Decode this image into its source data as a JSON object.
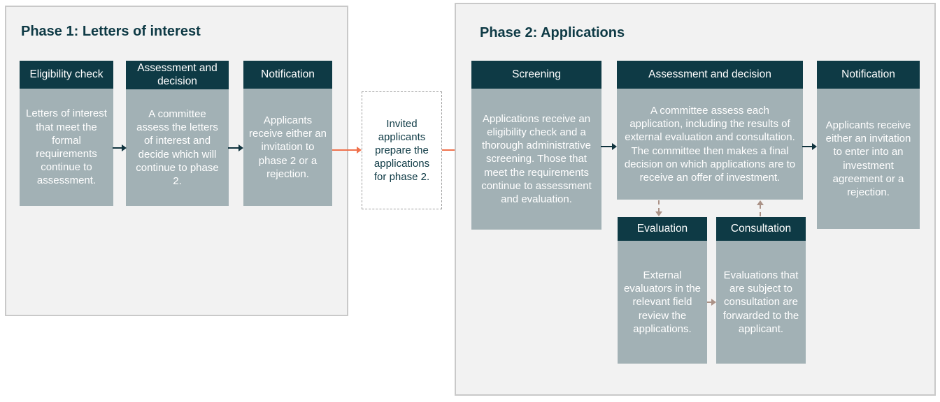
{
  "diagram": {
    "phase1": {
      "title": "Phase 1: Letters of interest",
      "steps": [
        {
          "header": "Eligibility check",
          "body": "Letters of interest that meet the formal requirements continue to assessment."
        },
        {
          "header": "Assessment and decision",
          "body": "A committee assess the letters of interest and decide which will continue to phase 2."
        },
        {
          "header": "Notification",
          "body": "Applicants receive either an invitation to phase 2 or a rejection."
        }
      ]
    },
    "transition": {
      "text": "Invited applicants prepare the applications for phase 2."
    },
    "phase2": {
      "title": "Phase 2: Applications",
      "steps": [
        {
          "header": "Screening",
          "body": "Applications receive an eligibility check and a thorough administrative screening. Those that meet the requirements continue to assessment and evaluation."
        },
        {
          "header": "Assessment and decision",
          "body": "A committee assess each application, including the results of external evaluation and consultation. The committee then makes a final decision on which applications are to receive an offer of investment."
        },
        {
          "header": "Notification",
          "body": "Applicants receive either an invitation to enter into an investment agreement or a rejection."
        }
      ],
      "sub_steps": [
        {
          "header": "Evaluation",
          "body": "External evaluators in the relevant field review the applications."
        },
        {
          "header": "Consultation",
          "body": "Evaluations that are subject to consultation are forwarded to the applicant."
        }
      ]
    },
    "colors": {
      "header_bg": "#0e3a45",
      "box_bg": "#a2b1b5",
      "panel_bg": "#f2f2f2",
      "panel_border": "#c9c9c9",
      "title_text": "#0e3a45",
      "box_text": "#ffffff",
      "arrow_dark": "#10333e",
      "arrow_orange": "#f0714c",
      "arrow_dashed": "#ab9287"
    }
  }
}
